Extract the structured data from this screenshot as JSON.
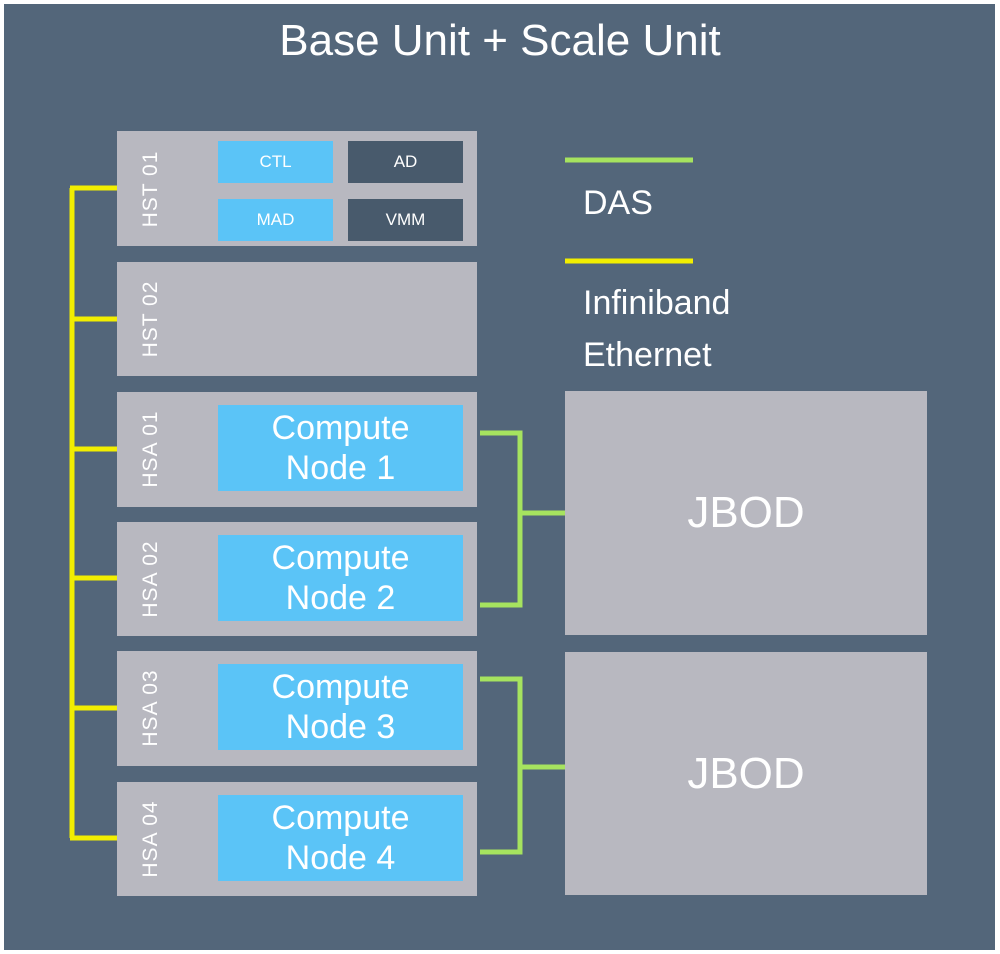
{
  "title": "Base Unit + Scale Unit",
  "colors": {
    "background": "#53667a",
    "box": "#b8b8c0",
    "chip_blue": "#5bc4f7",
    "chip_dark": "#485a6c",
    "das_line": "#a6e35f",
    "infiniband_line": "#f2ee00"
  },
  "hosts": [
    {
      "label": "HST 01"
    },
    {
      "label": "HST 02"
    },
    {
      "label": "HSA 01"
    },
    {
      "label": "HSA 02"
    },
    {
      "label": "HSA 03"
    },
    {
      "label": "HSA 04"
    }
  ],
  "hst01_chips": {
    "ctl": "CTL",
    "ad": "AD",
    "mad": "MAD",
    "vmm": "VMM"
  },
  "compute_nodes": [
    {
      "line1": "Compute",
      "line2": "Node 1"
    },
    {
      "line1": "Compute",
      "line2": "Node 2"
    },
    {
      "line1": "Compute",
      "line2": "Node 3"
    },
    {
      "line1": "Compute",
      "line2": "Node 4"
    }
  ],
  "legend": {
    "das": "DAS",
    "infiniband": "Infiniband",
    "ethernet": "Ethernet"
  },
  "jbods": [
    {
      "label": "JBOD"
    },
    {
      "label": "JBOD"
    }
  ]
}
